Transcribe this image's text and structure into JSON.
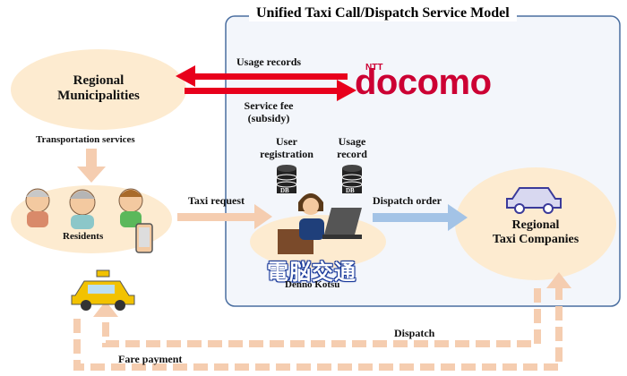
{
  "title": "Unified Taxi Call/Dispatch Service Model",
  "brand": {
    "name": "docomo",
    "superscript": "NTT"
  },
  "logo_jp": "電脳交通",
  "nodes": {
    "municipalities": [
      "Regional",
      "Municipalities"
    ],
    "residents": "Residents",
    "operator": "Denno Kotsu",
    "taxi_companies": [
      "Regional",
      "Taxi Companies"
    ]
  },
  "labels": {
    "usage_records": "Usage records",
    "service_fee": [
      "Service fee",
      "(subsidy)"
    ],
    "transportation_services": "Transportation services",
    "user_registration": [
      "User",
      "registration"
    ],
    "usage_record": [
      "Usage",
      "record"
    ],
    "db": "DB",
    "taxi_request": "Taxi request",
    "dispatch_order": "Dispatch order",
    "dispatch": "Dispatch",
    "fare_payment": "Fare payment"
  },
  "colors": {
    "accent_red": "#e8001c",
    "ellipse_fill": "#fdebd0",
    "dashed_arrow": "#f5cdb0",
    "blue_arrow": "#a3c3e6",
    "model_box_fill": "#f3f6fb",
    "model_box_border": "#4a6ea0"
  }
}
